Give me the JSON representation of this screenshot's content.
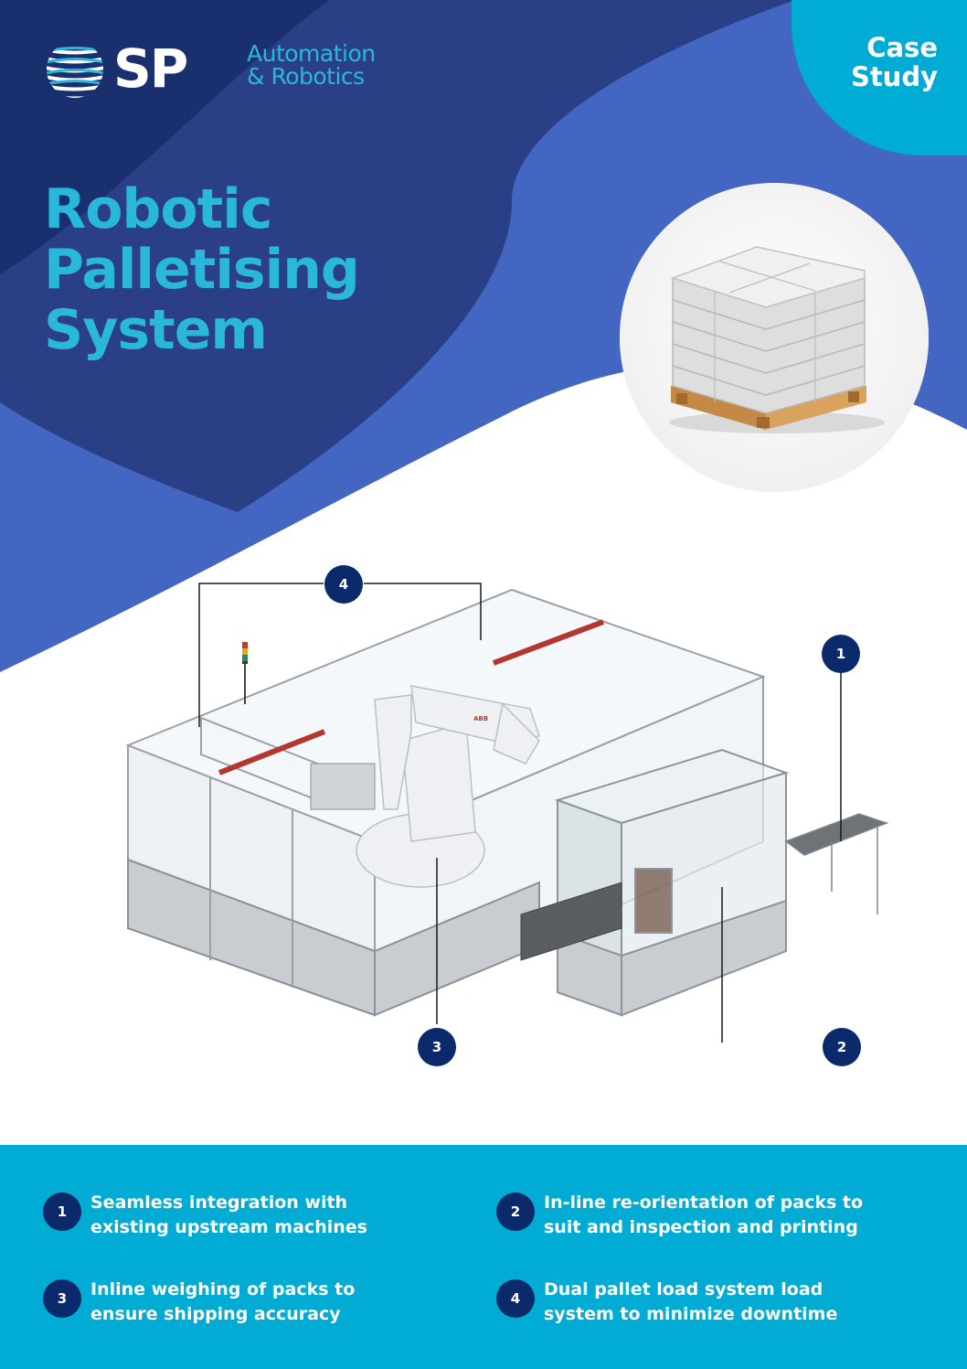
{
  "brand": {
    "logo_letters": "SP",
    "name_line1": "Automation",
    "name_line2": "& Robotics"
  },
  "badge": {
    "line1": "Case",
    "line2": "Study"
  },
  "title": {
    "line1": "Robotic",
    "line2": "Palletising",
    "line3": "System"
  },
  "callouts": [
    "1",
    "2",
    "3",
    "4"
  ],
  "features": [
    {
      "num": "1",
      "line1": "Seamless integration with",
      "line2": "existing upstream machines"
    },
    {
      "num": "2",
      "line1": "In-line re-orientation of packs to",
      "line2": "suit and inspection and printing"
    },
    {
      "num": "3",
      "line1": "Inline weighing of packs to",
      "line2": "ensure shipping accuracy"
    },
    {
      "num": "4",
      "line1": "Dual pallet load system load",
      "line2": "system to minimize downtime"
    }
  ],
  "colors": {
    "navy": "#0b2a6b",
    "dark_blue": "#2d4287",
    "mid_blue": "#3f63c2",
    "cyan": "#29b8dc",
    "footer_cyan": "#00acd4"
  },
  "machine_brand": "ABB"
}
